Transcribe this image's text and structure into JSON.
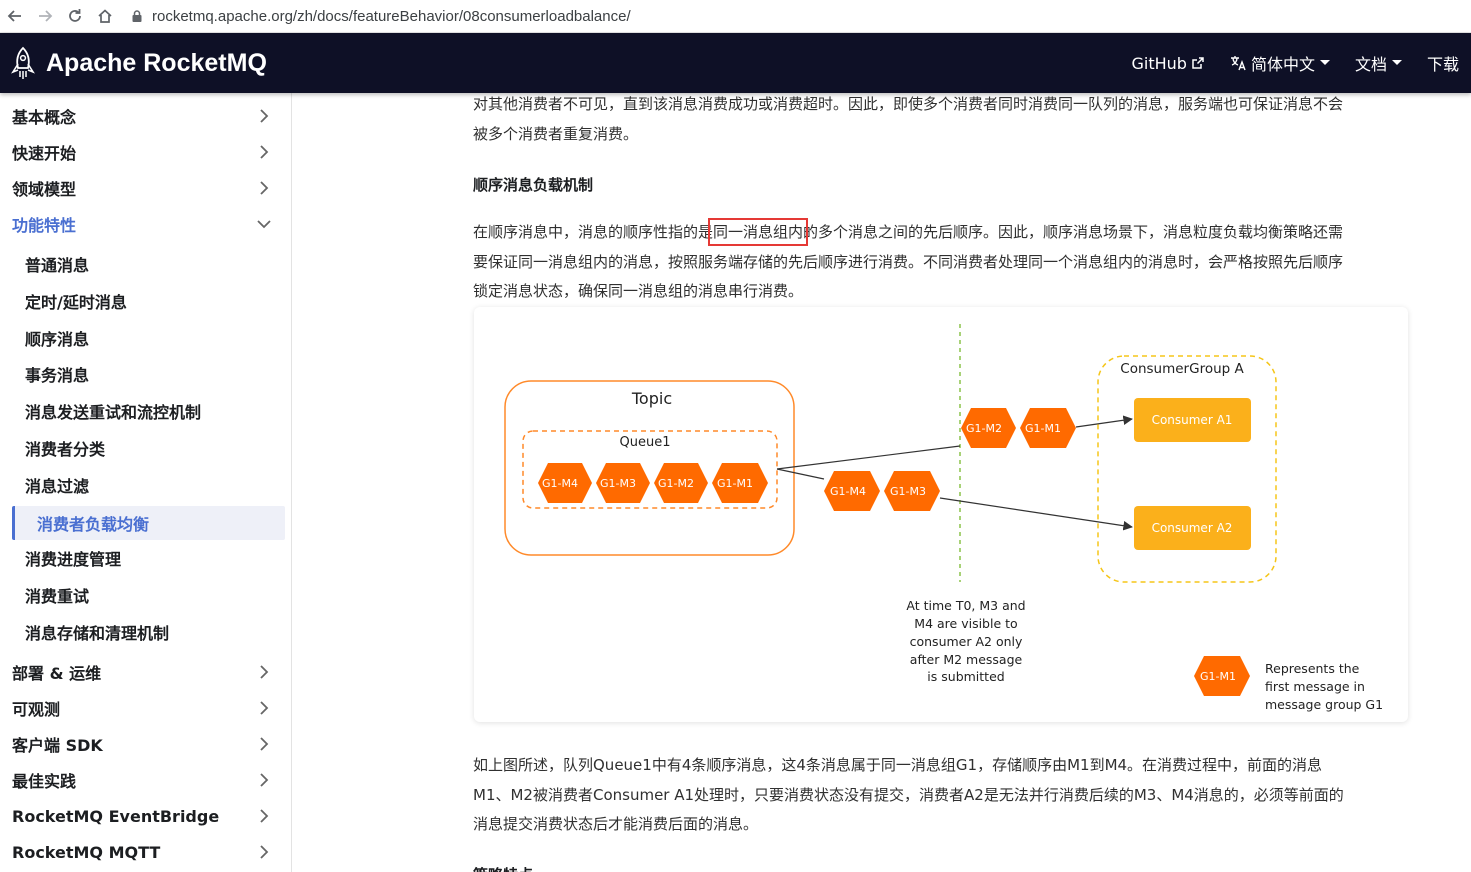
{
  "browser": {
    "url": "rocketmq.apache.org/zh/docs/featureBehavior/08consumerloadbalance/"
  },
  "header": {
    "brand": "Apache RocketMQ",
    "nav": {
      "github": "GitHub",
      "language": "简体中文",
      "docs": "文档",
      "download": "下载"
    }
  },
  "sidebar": {
    "sections": [
      {
        "label": "基本概念"
      },
      {
        "label": "快速开始"
      },
      {
        "label": "领域模型"
      },
      {
        "label": "功能特性"
      },
      {
        "label": "部署 & 运维"
      },
      {
        "label": "可观测"
      },
      {
        "label": "客户端 SDK"
      },
      {
        "label": "最佳实践"
      },
      {
        "label": "RocketMQ EventBridge"
      },
      {
        "label": "RocketMQ MQTT"
      }
    ],
    "sub_items": [
      {
        "label": "普通消息"
      },
      {
        "label": "定时/延时消息"
      },
      {
        "label": "顺序消息"
      },
      {
        "label": "事务消息"
      },
      {
        "label": "消息发送重试和流控机制"
      },
      {
        "label": "消费者分类"
      },
      {
        "label": "消息过滤"
      },
      {
        "label": "消费者负载均衡"
      },
      {
        "label": "消费进度管理"
      },
      {
        "label": "消费重试"
      },
      {
        "label": "消息存储和清理机制"
      }
    ]
  },
  "content": {
    "intro_p1": "对其他消费者不可见，直到该消息消费成功或消费超时。因此，即使多个消费者同时消费同一队列的消息，服务端也可保证消息不会",
    "intro_p2": "被多个消费者重复消费。",
    "heading": "顺序消息负载机制",
    "p_line1_a": "在顺序消息中，消息的顺序性指的是",
    "p_line1_hl": "同一消息组内",
    "p_line1_b": "的多个消息之间的先后顺序。因此，顺序消息场景下，消息粒度负载均衡策略还需",
    "p_line2": "要保证同一消息组内的消息，按照服务端存储的先后顺序进行消费。不同消费者处理同一个消息组内的消息时，会严格按照先后顺序",
    "p_line3": "锁定消息状态，确保同一消息组的消息串行消费。",
    "after_line1": "如上图所述，队列Queue1中有4条顺序消息，这4条消息属于同一消息组G1，存储顺序由M1到M4。在消费过程中，前面的消息",
    "after_line2": "M1、M2被消费者Consumer A1处理时，只要消费状态没有提交，消费者A2是无法并行消费后续的M3、M4消息的，必须等前面的",
    "after_line3": "消息提交消费状态后才能消费后面的消息。",
    "next_heading": "策略特点"
  },
  "diagram": {
    "topic_label": "Topic",
    "queue_label": "Queue1",
    "queue_messages": [
      "G1-M4",
      "G1-M3",
      "G1-M2",
      "G1-M1"
    ],
    "upper_in_flight": [
      "G1-M2",
      "G1-M1"
    ],
    "lower_in_flight": [
      "G1-M4",
      "G1-M3"
    ],
    "group_label": "ConsumerGroup A",
    "consumer_a1": "Consumer A1",
    "consumer_a2": "Consumer A2",
    "note_lines": [
      "At time T0, M3 and",
      "M4 are visible to",
      "consumer A2 only",
      "after M2 message",
      "is submitted"
    ],
    "legend_badge": "G1-M1",
    "legend_lines": [
      "Represents the",
      "first message in",
      "message group G1"
    ],
    "colors": {
      "hex_fill": "#ff6a00",
      "consumer_fill": "#fbb01b",
      "topic_border": "#ff8a2a",
      "group_border": "#f5c518",
      "divider": "#8bc34a"
    }
  }
}
